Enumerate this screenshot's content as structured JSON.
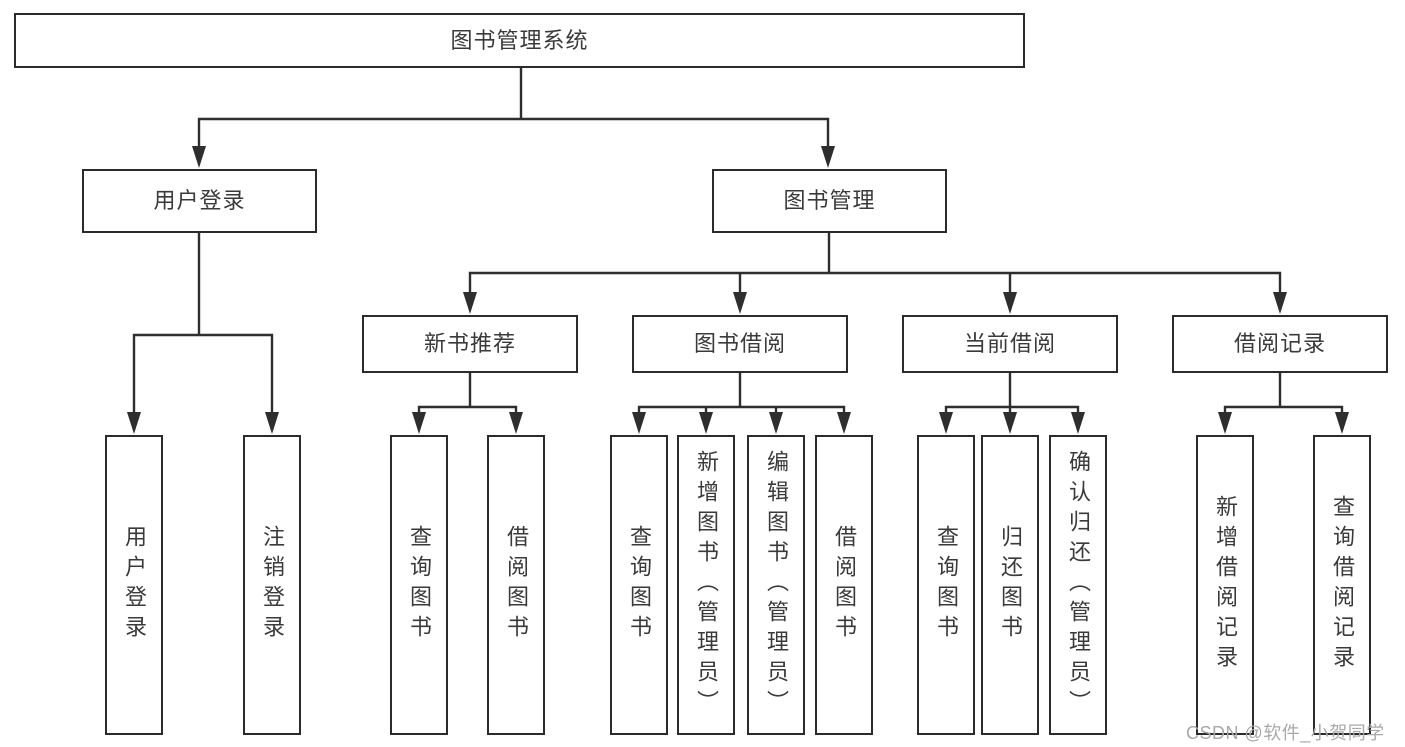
{
  "tree": {
    "root": {
      "label": "图书管理系统"
    },
    "branches": [
      {
        "label": "用户登录",
        "children": [
          {
            "label": "用户登录"
          },
          {
            "label": "注销登录"
          }
        ]
      },
      {
        "label": "图书管理",
        "children": [
          {
            "label": "新书推荐",
            "children": [
              {
                "label": "查询图书"
              },
              {
                "label": "借阅图书"
              }
            ]
          },
          {
            "label": "图书借阅",
            "children": [
              {
                "label": "查询图书"
              },
              {
                "label": "新增图书（管理员）"
              },
              {
                "label": "编辑图书（管理员）"
              },
              {
                "label": "借阅图书"
              }
            ]
          },
          {
            "label": "当前借阅",
            "children": [
              {
                "label": "查询图书"
              },
              {
                "label": "归还图书"
              },
              {
                "label": "确认归还（管理员）"
              }
            ]
          },
          {
            "label": "借阅记录",
            "children": [
              {
                "label": "新增借阅记录"
              },
              {
                "label": "查询借阅记录"
              }
            ]
          }
        ]
      }
    ]
  },
  "watermark": {
    "text": "CSDN @软件_小贺同学"
  },
  "colors": {
    "line": "#2e2e2e",
    "box_border": "#2b2b2b",
    "text": "#3a3a3a",
    "watermark": "#a9a9a9",
    "background": "#ffffff"
  }
}
